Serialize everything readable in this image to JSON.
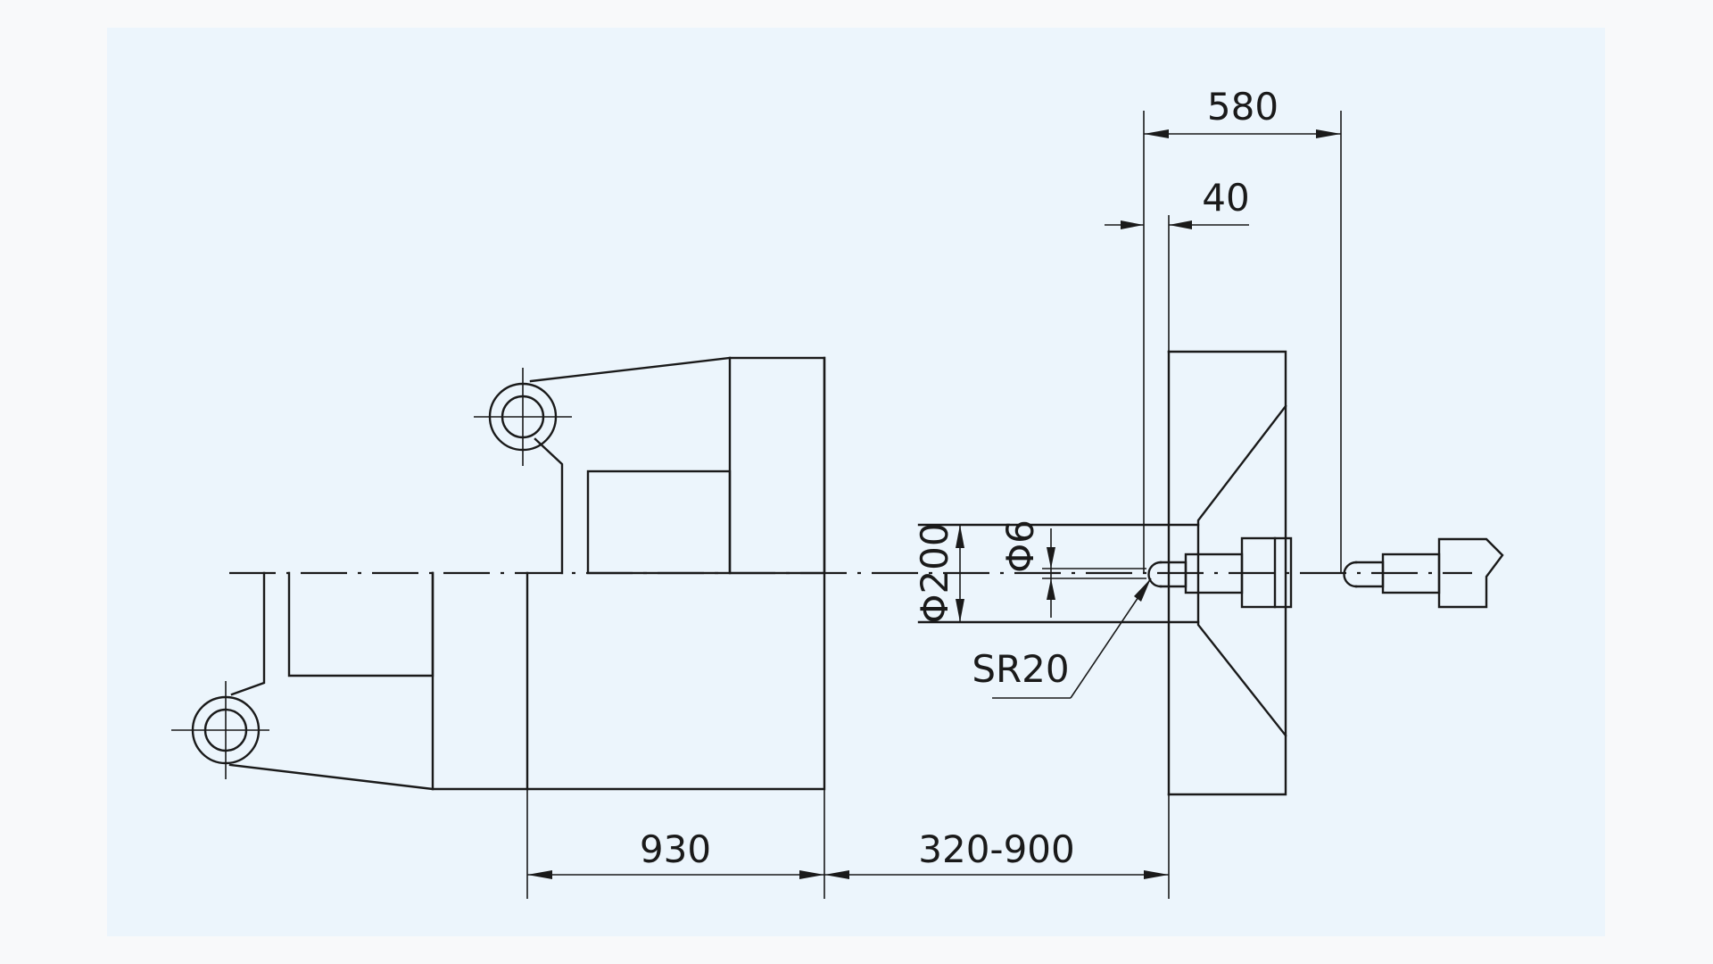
{
  "dimensions": {
    "width_580": "580",
    "width_40": "40",
    "diameter_200": "Φ200",
    "diameter_6": "Φ6",
    "radius_sr20": "SR20",
    "length_930": "930",
    "stroke_range": "320-900"
  }
}
